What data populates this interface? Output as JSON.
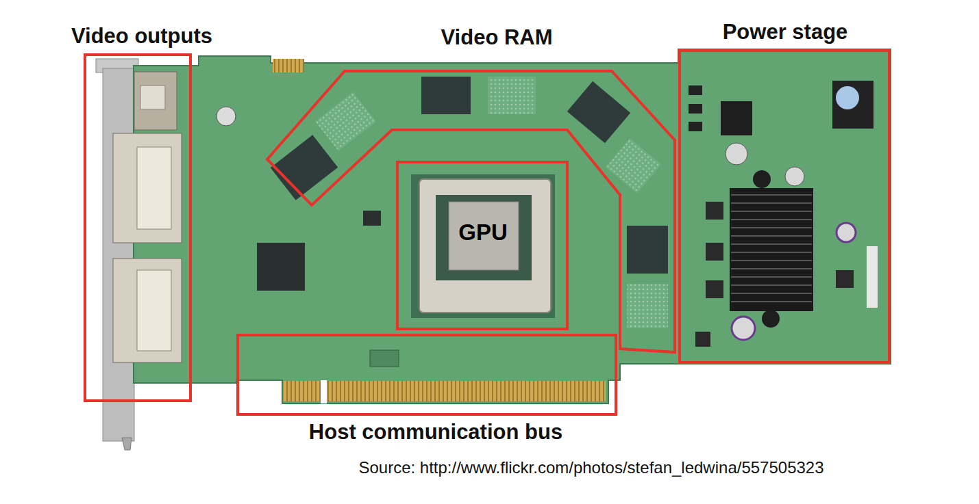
{
  "diagram": {
    "caption": "Source: http://www.flickr.com/photos/stefan_ledwina/557505323",
    "nodes": [
      {
        "text": [
          "Video outputs"
        ]
      },
      {
        "text": [
          "Video RAM"
        ]
      },
      {
        "text": [
          "Power stage"
        ]
      },
      {
        "text": [
          "GPU"
        ]
      },
      {
        "text": [
          "Host communication bus"
        ]
      }
    ]
  }
}
